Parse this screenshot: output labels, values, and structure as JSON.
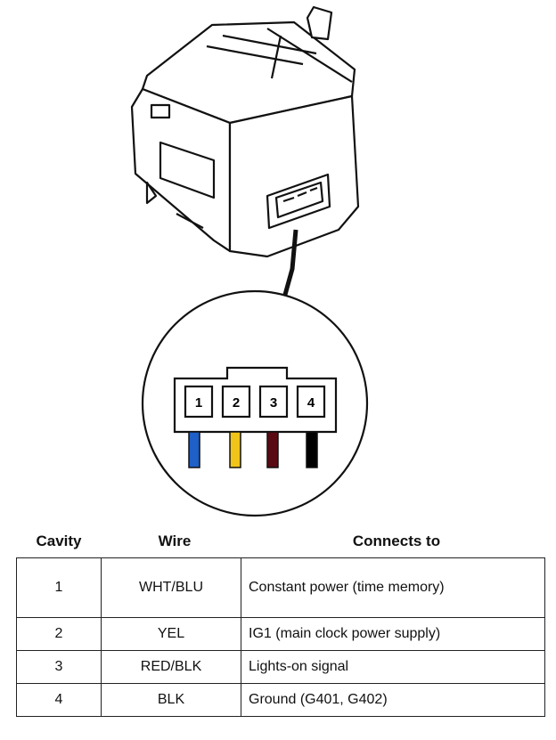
{
  "connector": {
    "pins": [
      {
        "number": "1",
        "wire_color": "#1e5fc8"
      },
      {
        "number": "2",
        "wire_color": "#f0c419"
      },
      {
        "number": "3",
        "wire_color": "#5a0a12"
      },
      {
        "number": "4",
        "wire_color": "#000000"
      }
    ]
  },
  "table": {
    "headers": {
      "cavity": "Cavity",
      "wire": "Wire",
      "connects": "Connects to"
    },
    "rows": [
      {
        "cavity": "1",
        "wire": "WHT/BLU",
        "connects": "Constant power (time memory)"
      },
      {
        "cavity": "2",
        "wire": "YEL",
        "connects": "IG1 (main clock power supply)"
      },
      {
        "cavity": "3",
        "wire": "RED/BLK",
        "connects": "Lights-on signal"
      },
      {
        "cavity": "4",
        "wire": "BLK",
        "connects": "Ground (G401, G402)"
      }
    ]
  }
}
